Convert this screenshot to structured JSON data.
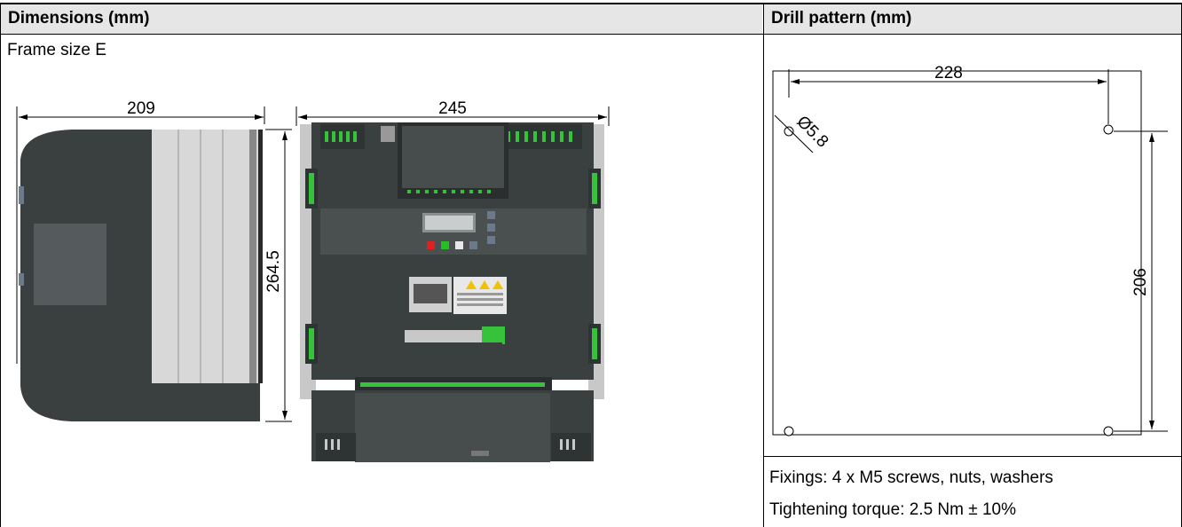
{
  "table": {
    "col1_header": "Dimensions (mm)",
    "col2_header": "Drill pattern (mm)"
  },
  "dimensions": {
    "frame_label": "Frame size E",
    "side_width": "209",
    "front_width": "245",
    "height": "264.5"
  },
  "drill": {
    "width": "228",
    "height": "206",
    "hole_dia": "Ø5.8",
    "fixings": "Fixings: 4 x M5 screws, nuts, washers",
    "torque": "Tightening torque: 2.5 Nm ± 10%"
  },
  "colors": {
    "header_bg": "#e6e6e6",
    "housing_dark": "#3a3f40",
    "heatsink": "#d8d8d8",
    "terminal_green": "#36c33b",
    "led_red": "#e02020",
    "led_green": "#22c022"
  }
}
